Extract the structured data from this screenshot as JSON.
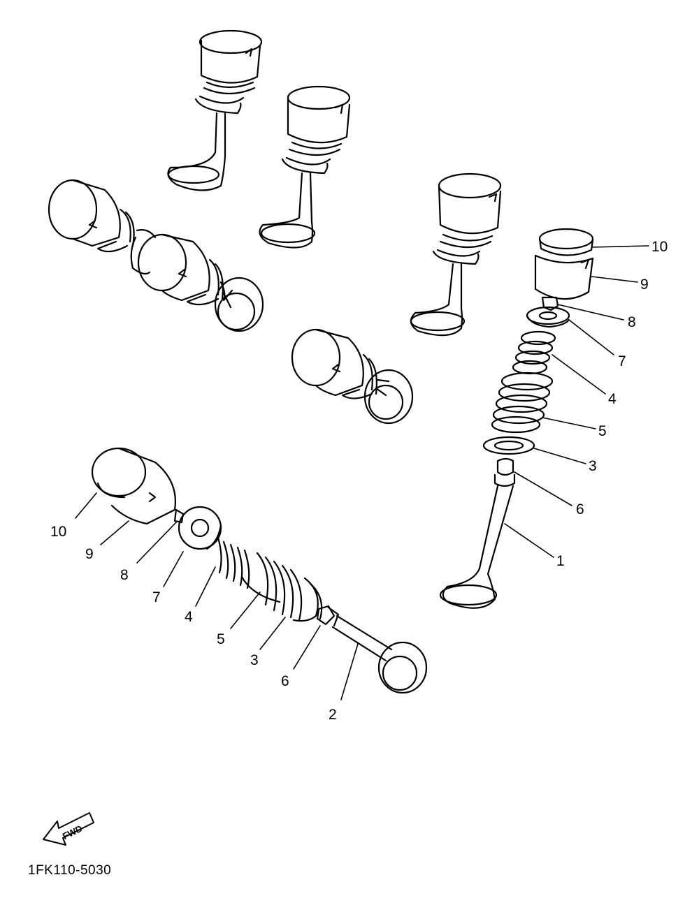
{
  "diagram": {
    "code": "1FK110-5030",
    "fwd_label": "FWD",
    "right_assembly_callouts": [
      "10",
      "9",
      "8",
      "7",
      "4",
      "5",
      "3",
      "6",
      "1"
    ],
    "left_assembly_callouts": [
      "10",
      "9",
      "8",
      "7",
      "4",
      "5",
      "3",
      "6",
      "2"
    ]
  }
}
